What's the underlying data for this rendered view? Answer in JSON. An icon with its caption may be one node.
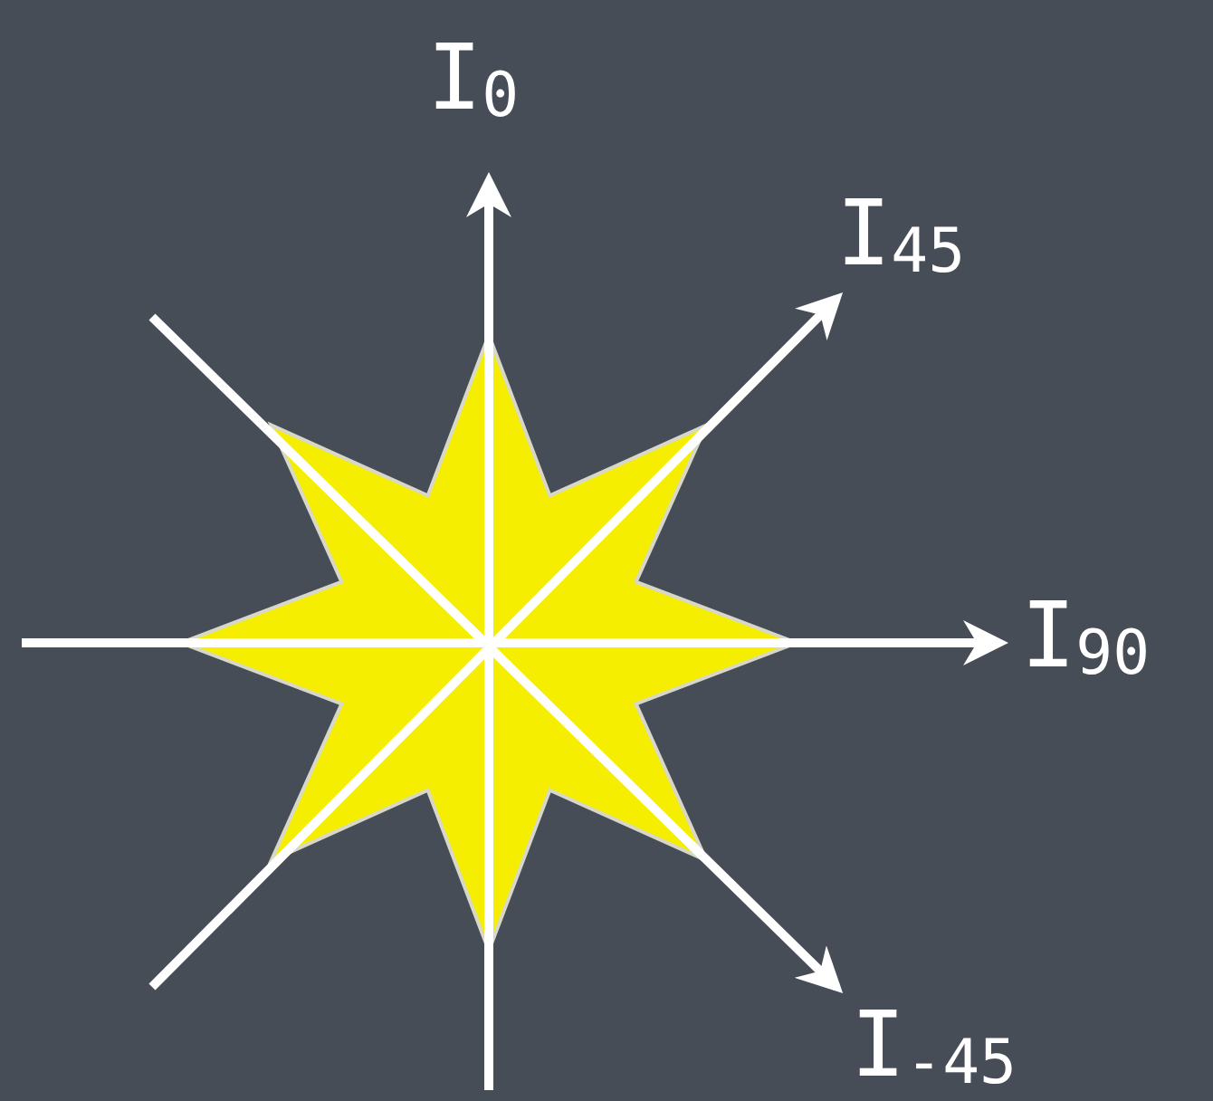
{
  "diagram": {
    "labels": [
      "I$_{0}$",
      "I$_{45}$",
      "I$_{90}$",
      "I$_{-45}$"
    ]
  }
}
